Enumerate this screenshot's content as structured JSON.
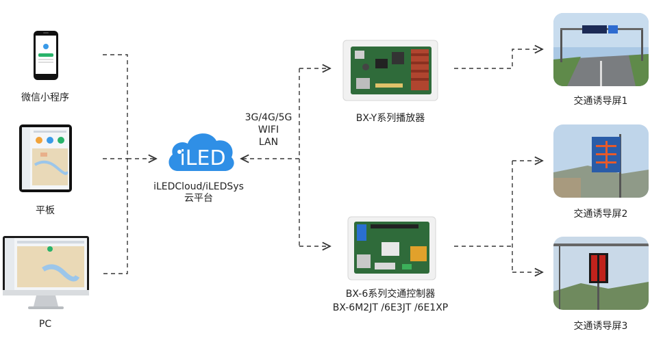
{
  "clients": {
    "wechat": "微信小程序",
    "tablet": "平板",
    "pc": "PC"
  },
  "cloud": {
    "logo_text": "iLED",
    "name": "iLEDCloud/iLEDSys",
    "subtitle": "云平台"
  },
  "network": {
    "line1": "3G/4G/5G",
    "line2": "WIFI",
    "line3": "LAN"
  },
  "players": {
    "y_series": "BX-Y系列播放器",
    "six_series": "BX-6系列交通控制器",
    "six_models": "BX-6M2JT /6E3JT /6E1XP"
  },
  "screens": {
    "screen1": "交通诱导屏1",
    "screen2": "交通诱导屏2",
    "screen3": "交通诱导屏3"
  },
  "colors": {
    "cloud_blue": "#2f8fe6",
    "line": "#333333",
    "board_green": "#2f6b3a"
  }
}
